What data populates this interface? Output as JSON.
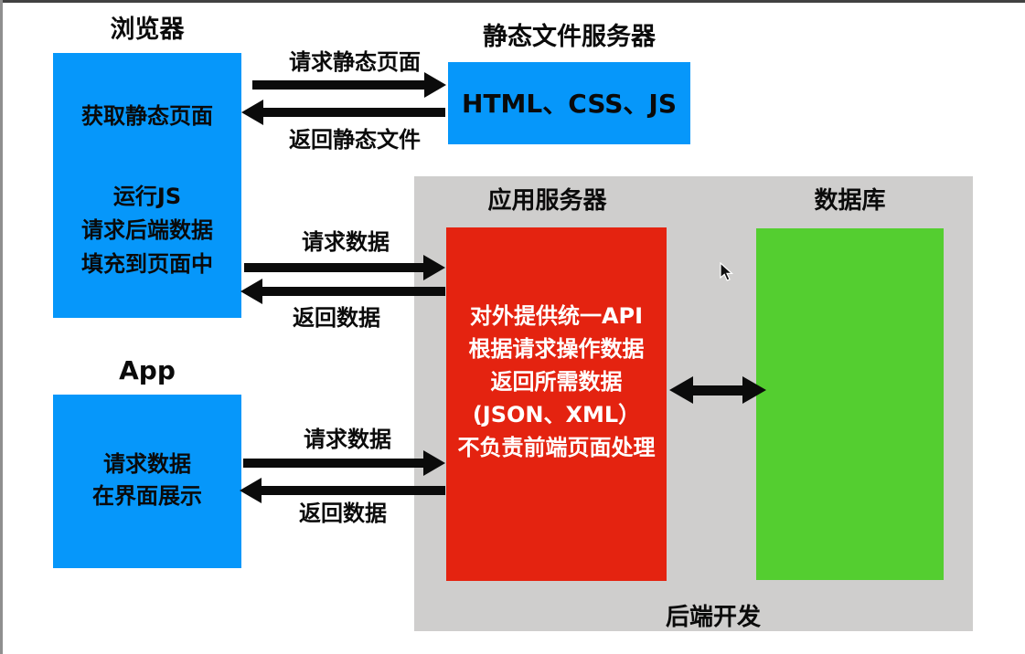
{
  "palette": {
    "blue": "#0697FA",
    "red": "#E42310",
    "green": "#54CE30",
    "gray": "#CFCECD",
    "arrow_black": "#0B0B0B"
  },
  "browser": {
    "title": "浏览器",
    "line1": "获取静态页面",
    "line2": "运行JS",
    "line3": "请求后端数据",
    "line4": "填充到页面中"
  },
  "static_server": {
    "title": "静态文件服务器",
    "content": "HTML、CSS、JS"
  },
  "app": {
    "title": "App",
    "line1": "请求数据",
    "line2": "在界面展示"
  },
  "backend": {
    "app_server_title": "应用服务器",
    "database_title": "数据库",
    "footer": "后端开发",
    "api_lines": [
      "对外提供统一API",
      "根据请求操作数据",
      "返回所需数据",
      "(JSON、XML）",
      "不负责前端页面处理"
    ]
  },
  "arrows": {
    "static_request": "请求静态页面",
    "static_response": "返回静态文件",
    "browser_request": "请求数据",
    "browser_response": "返回数据",
    "app_request": "请求数据",
    "app_response": "返回数据"
  }
}
